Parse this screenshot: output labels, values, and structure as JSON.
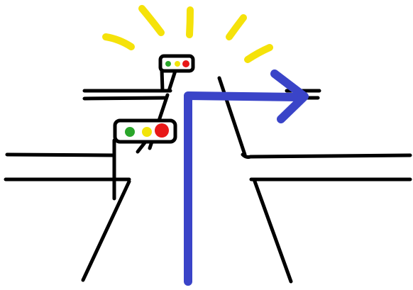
{
  "colors": {
    "background": "#ffffff",
    "ink": "#000000",
    "route_arrow": "#3a44c8",
    "glow_rays": "#f5e20a",
    "light_green": "#2aa52a",
    "light_yellow": "#f2e40a",
    "light_red": "#e81818"
  },
  "scene": {
    "traffic_signals": [
      {
        "name": "far-traffic-light",
        "lights": [
          "green",
          "yellow",
          "red"
        ],
        "highlighted": true
      },
      {
        "name": "near-traffic-light",
        "lights": [
          "green",
          "yellow",
          "red"
        ],
        "highlighted": false
      }
    ],
    "route_direction": "right-turn"
  }
}
